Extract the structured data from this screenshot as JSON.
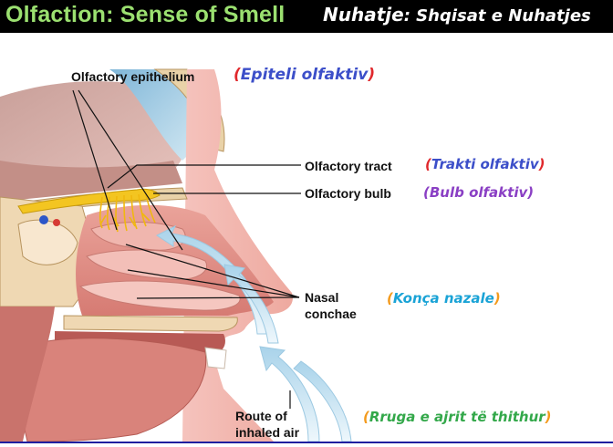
{
  "header": {
    "title_en": "Olfaction: Sense of Smell",
    "title_sq_main": "Nuhatje",
    "title_sq_sub": ": Shqisat e Nuhatjes"
  },
  "labels": {
    "olfactory_epithelium": "Olfactory epithelium",
    "olfactory_tract": "Olfactory tract",
    "olfactory_bulb": "Olfactory bulb",
    "nasal_conchae_1": "Nasal",
    "nasal_conchae_2": "conchae",
    "route_1": "Route of",
    "route_2": "inhaled air"
  },
  "translations": {
    "epiteli": "Epiteli olfaktiv",
    "trakti": "Trakti olfaktiv",
    "bulb": "Bulb olfaktiv",
    "konca": "Konça nazale",
    "rruga": "Rruga e ajrit të thithur",
    "open_paren": "(",
    "close_paren": ")"
  },
  "colors": {
    "title_green": "#9be070",
    "epiteli": "#3c4fc9",
    "trakti": "#3c4fc9",
    "bulb": "#8a3fc4",
    "konca": "#1aa3d6",
    "rruga": "#33a84a"
  }
}
